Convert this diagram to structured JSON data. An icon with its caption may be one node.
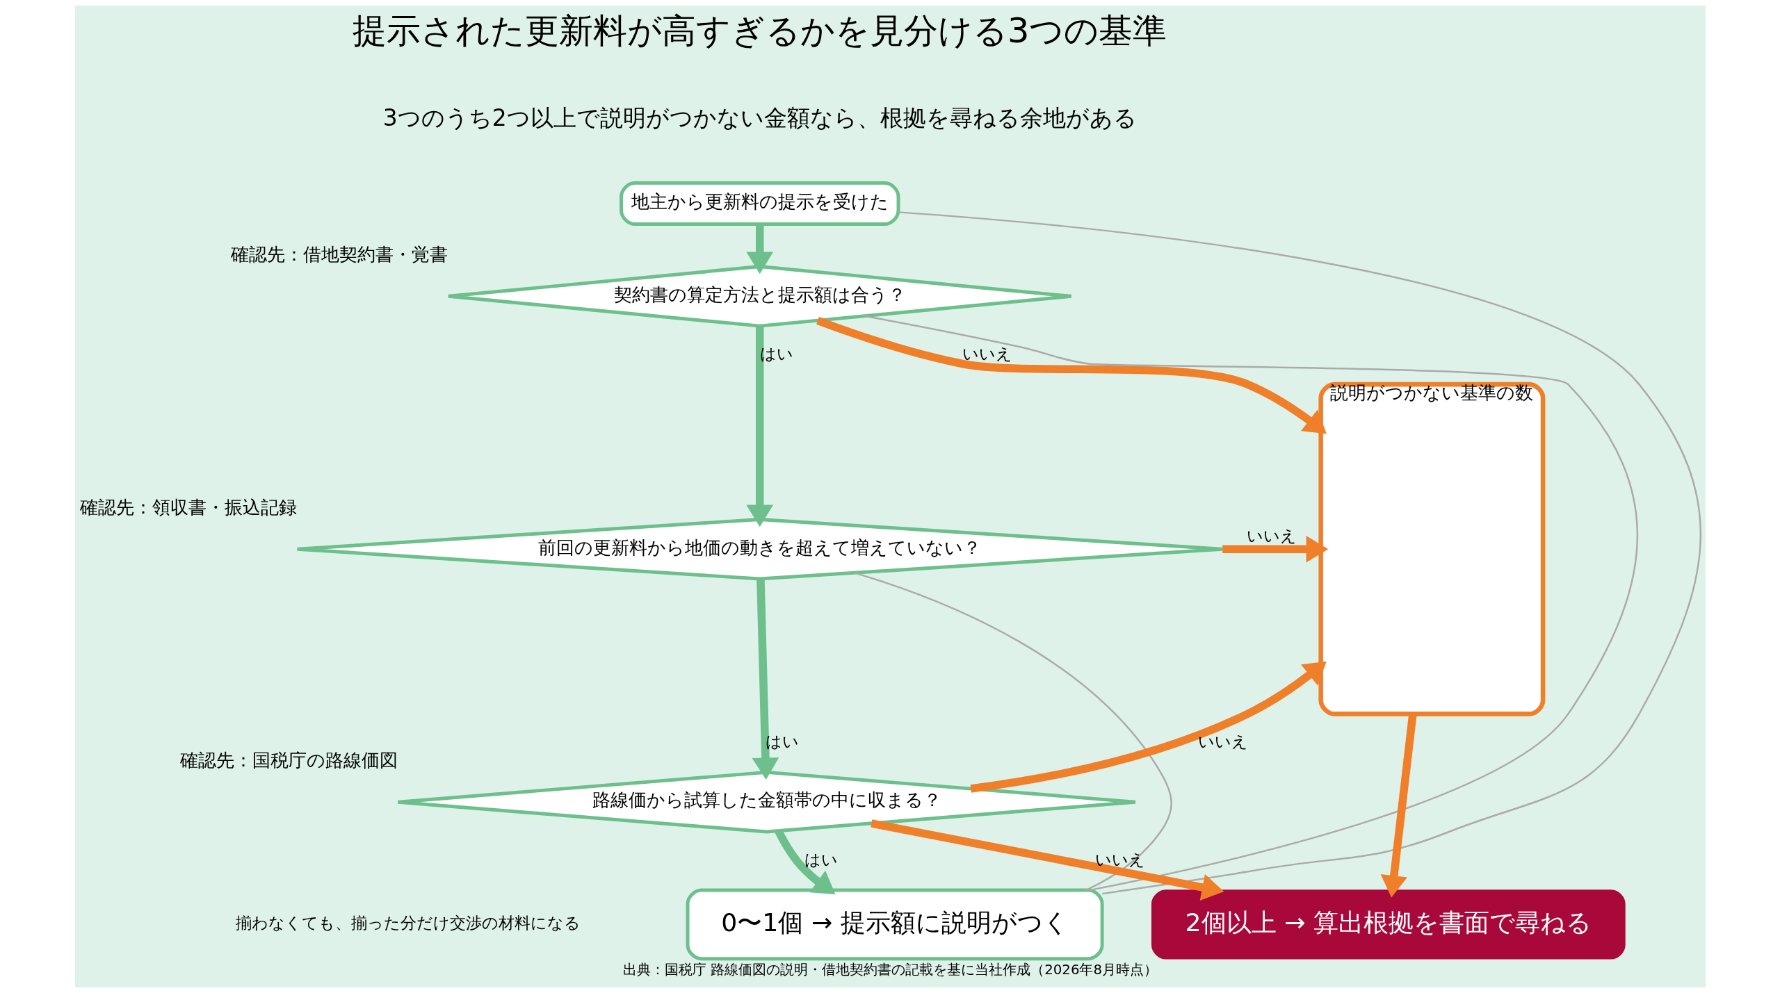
{
  "diagram": {
    "title": "提示された更新料が高すぎるかを見分ける3つの基準",
    "caption": "出典：国税庁 路線価図の説明・借地契約書の記載を基に当社作成（2026年8月時点）",
    "nodes": [
      {
        "text": [
          "地主から更新料の提示を受けた"
        ]
      },
      {
        "text": [
          "契約書の算定方法と提示額は合う？"
        ],
        "beside": [
          "確認先：借地契約書・覚書"
        ]
      },
      {
        "text": [
          "前回の更新料から地価の動きを超えて増えていない？"
        ],
        "beside": [
          "確認先：領収書・振込記録"
        ]
      },
      {
        "text": [
          "路線価から試算した金額帯の中に収まる？"
        ],
        "beside": [
          "確認先：国税庁の路線価図"
        ]
      },
      {
        "text": [
          "説明がつかない基準の数"
        ]
      },
      {
        "text": [
          "0〜1個 → 提示額に説明がつく"
        ]
      },
      {
        "text": [
          "2個以上 → 算出根拠を書面で尋ねる"
        ]
      }
    ],
    "edges": [
      {
        "from": 0,
        "to": 1,
        "arrow": "to",
        "color": "#6dbf8b"
      },
      {
        "from": 1,
        "to": 2,
        "arrow": "to",
        "label": "はい",
        "color": "#6dbf8b"
      },
      {
        "from": 2,
        "to": 3,
        "arrow": "to",
        "label": "はい",
        "color": "#6dbf8b"
      },
      {
        "from": 3,
        "to": 5,
        "arrow": "to",
        "label": "はい",
        "color": "#6dbf8b"
      },
      {
        "from": 1,
        "to": 4,
        "arrow": "to",
        "label": "いいえ",
        "color": "#f07f2a"
      },
      {
        "from": 2,
        "to": 4,
        "arrow": "to",
        "label": "いいえ",
        "color": "#f07f2a"
      },
      {
        "from": 3,
        "to": 4,
        "arrow": "to",
        "label": "いいえ",
        "color": "#f07f2a"
      },
      {
        "from": 3,
        "to": 6,
        "arrow": "to",
        "label": "いいえ",
        "color": "#f07f2a"
      },
      {
        "from": 4,
        "to": 6,
        "arrow": "to",
        "color": "#f07f2a"
      },
      {
        "from": 0,
        "to": 5,
        "arrow": "none",
        "color": "#aaaaaa"
      },
      {
        "from": 1,
        "to": 5,
        "arrow": "none",
        "color": "#aaaaaa"
      },
      {
        "from": 2,
        "to": 5,
        "arrow": "none",
        "color": "#aaaaaa"
      }
    ],
    "labels": [
      "3つのうち2つ以上で説明がつかない金額なら、根拠を尋ねる余地がある",
      "揃わなくても、揃った分だけ交渉の材料になる"
    ]
  }
}
